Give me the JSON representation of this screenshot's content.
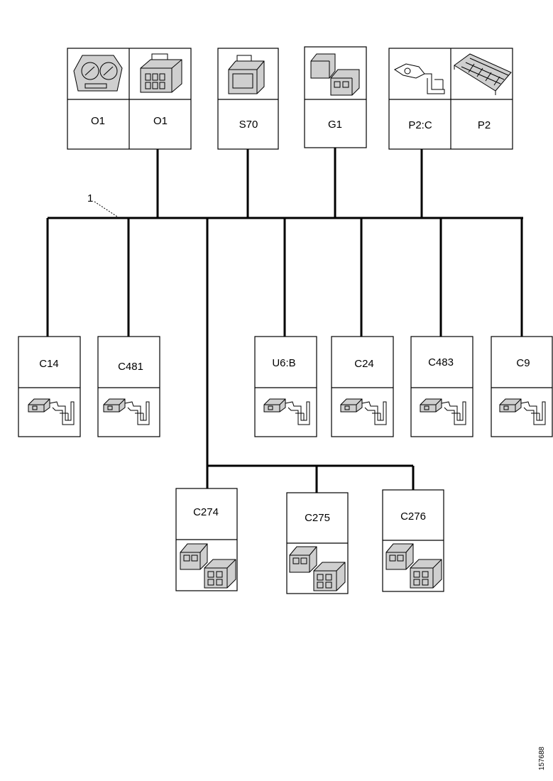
{
  "callout": "1",
  "reference": "157688",
  "top_components": [
    {
      "id": "o1a",
      "label": "O1",
      "icon": "cluster-gauge-icon"
    },
    {
      "id": "o1b",
      "label": "O1",
      "icon": "multi-pin-connector-icon"
    },
    {
      "id": "s70",
      "label": "S70",
      "icon": "switch-connector-icon"
    },
    {
      "id": "g1",
      "label": "G1",
      "icon": "paired-connector-icon"
    },
    {
      "id": "p2c",
      "label": "P2:C",
      "icon": "bracket-connector-icon"
    },
    {
      "id": "p2",
      "label": "P2",
      "icon": "panel-module-icon"
    }
  ],
  "bottom_components": [
    {
      "id": "c14",
      "label": "C14",
      "icon": "terminal-pin-icon"
    },
    {
      "id": "c481",
      "label": "C481",
      "icon": "terminal-pin-icon"
    },
    {
      "id": "u6b",
      "label": "U6:B",
      "icon": "terminal-pin-icon"
    },
    {
      "id": "c24",
      "label": "C24",
      "icon": "terminal-pin-icon"
    },
    {
      "id": "c483",
      "label": "C483",
      "icon": "terminal-pin-icon"
    },
    {
      "id": "c9",
      "label": "C9",
      "icon": "terminal-pin-icon"
    }
  ],
  "sub_components": [
    {
      "id": "c274",
      "label": "C274",
      "icon": "paired-connector-icon"
    },
    {
      "id": "c275",
      "label": "C275",
      "icon": "paired-connector-icon"
    },
    {
      "id": "c276",
      "label": "C276",
      "icon": "paired-connector-icon"
    }
  ]
}
